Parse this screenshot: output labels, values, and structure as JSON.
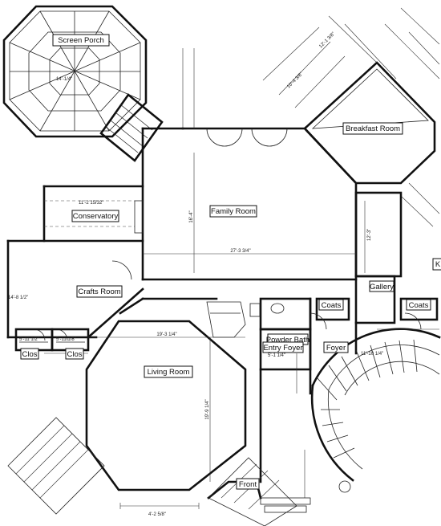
{
  "rooms": {
    "screen_porch": "Screen Porch",
    "breakfast_room": "Breakfast Room",
    "conservatory": "Conservatory",
    "family_room": "Family Room",
    "crafts_room": "Crafts Room",
    "coats_1": "Coats",
    "coats_2": "Coats",
    "gallery": "Gallery",
    "powder_bath": "Powder Bath",
    "entry_foyer": "Entry Foyer",
    "foyer": "Foyer",
    "living_room": "Living Room",
    "clos_1": "Clos",
    "clos_2": "Clos",
    "front": "Front",
    "edge_k": "K"
  },
  "dimensions": {
    "family_width": "27'-3 3/4\"",
    "family_height": "16'-4\"",
    "living_width": "19'-3 1/4\"",
    "living_height": "19'-9 1/4\"",
    "breakfast_a": "10'-4 3/8\"",
    "breakfast_b": "12'-1 3/8\"",
    "porch": "14'-1/4\"",
    "conservatory": "11'-2 15/32\"",
    "crafts": "14'-8 1/2\"",
    "clos_a": "5'-11 1/2\"",
    "clos_b": "5'-11 1/8\"",
    "entry": "5'-1 1/4\"",
    "foyer": "11'-10 1/4\"",
    "gallery": "12'-3\"",
    "bottom": "4'-2 5/8\""
  }
}
